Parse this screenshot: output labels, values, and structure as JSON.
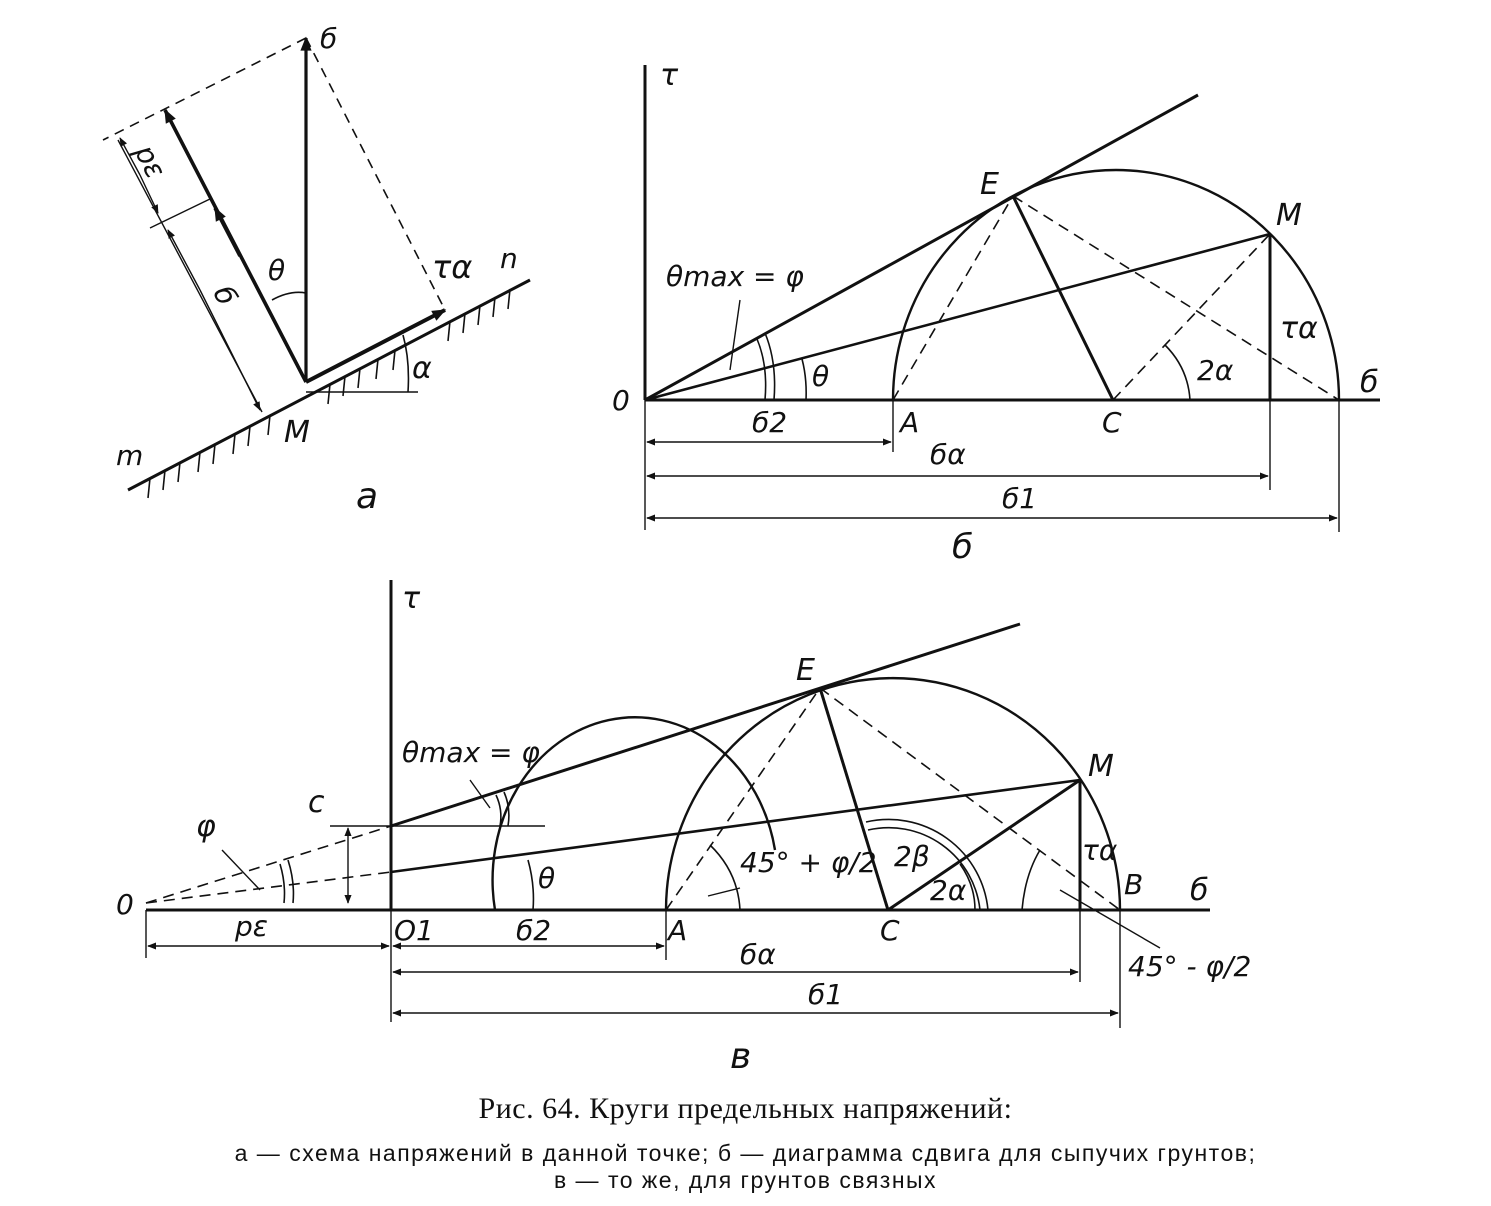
{
  "figure": {
    "title": "Рис. 64. Круги предельных напряжений:",
    "caption_line1": "а — схема напряжений в данной точке; б — диаграмма сдвига для сыпучих грунтов;",
    "caption_line2": "в — то же, для грунтов связных"
  },
  "panel_a": {
    "tag": "а",
    "sigma": "б",
    "p_eps": "pε",
    "sigma_n": "б",
    "theta": "θ",
    "tau": "τα",
    "alpha": "α",
    "m": "m",
    "n": "n",
    "M": "M"
  },
  "panel_b": {
    "tag": "б",
    "axis_tau": "τ",
    "axis_sigma": "б",
    "O": "0",
    "A": "A",
    "C": "C",
    "E": "E",
    "M": "M",
    "theta_max": "θmax = φ",
    "theta": "θ",
    "two_alpha": "2α",
    "tau_alpha": "τα",
    "sigma2": "б2",
    "sigma_alpha": "бα",
    "sigma1": "б1"
  },
  "panel_c": {
    "tag": "в",
    "axis_tau": "τ",
    "axis_sigma": "б",
    "O": "0",
    "O1": "O1",
    "A": "A",
    "B": "B",
    "C": "C",
    "E": "E",
    "M": "M",
    "c": "c",
    "phi": "φ",
    "p_eps": "pε",
    "theta_max": "θmax = φ",
    "theta": "θ",
    "angle_plus": "45° + φ/2",
    "angle_minus": "45° - φ/2",
    "two_beta": "2β",
    "two_alpha": "2α",
    "tau_alpha": "τα",
    "sigma2": "б2",
    "sigma_alpha": "бα",
    "sigma1": "б1"
  }
}
